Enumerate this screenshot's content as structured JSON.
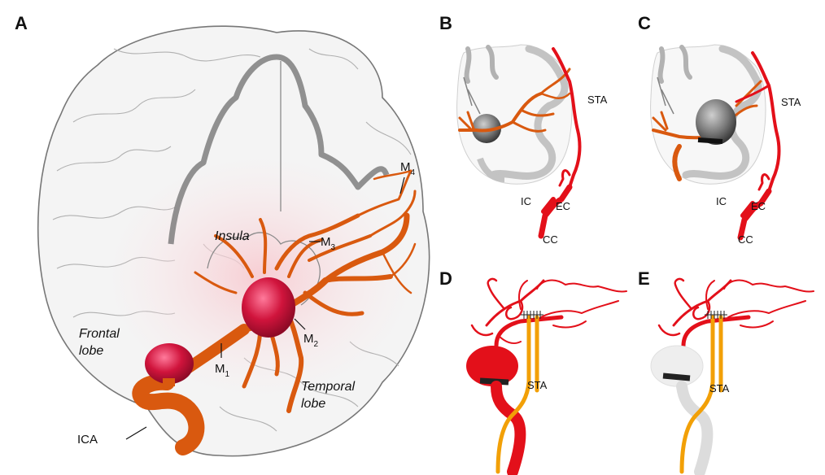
{
  "panels": {
    "a": "A",
    "b": "B",
    "c": "C",
    "d": "D",
    "e": "E"
  },
  "panelA": {
    "frontal": [
      "Frontal",
      "lobe"
    ],
    "temporal": [
      "Temporal",
      "lobe"
    ],
    "insula": "Insula",
    "ica": "ICA",
    "m1": {
      "main": "M",
      "sub": "1"
    },
    "m2": {
      "main": "M",
      "sub": "2"
    },
    "m3": {
      "main": "M",
      "sub": "3"
    },
    "m4": {
      "main": "M",
      "sub": "4"
    }
  },
  "panelB": {
    "sta": "STA",
    "ic": "IC",
    "ec": "EC",
    "cc": "CC"
  },
  "panelC": {
    "sta": "STA",
    "ic": "IC",
    "ec": "EC",
    "cc": "CC"
  },
  "panelD": {
    "sta": "STA"
  },
  "panelE": {
    "sta": "STA"
  },
  "colors": {
    "mca": "#d9590f",
    "aneurysm": "#d0143c",
    "sta": "#e3101a",
    "graft": "#f2a007",
    "thrombosed": "#e6e6e6"
  }
}
